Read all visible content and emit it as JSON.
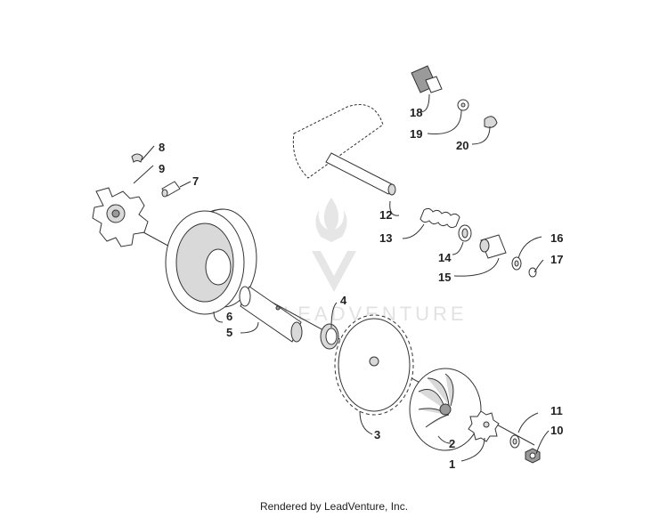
{
  "watermark": {
    "text": "LEADVENTURE"
  },
  "footer": {
    "text": "Rendered by LeadVenture, Inc."
  },
  "callouts": {
    "c1": "1",
    "c2": "2",
    "c3": "3",
    "c4": "4",
    "c5": "5",
    "c6": "6",
    "c7": "7",
    "c8": "8",
    "c9": "9",
    "c10": "10",
    "c11": "11",
    "c12": "12",
    "c13": "13",
    "c14": "14",
    "c15": "15",
    "c16": "16",
    "c17": "17",
    "c18": "18",
    "c19": "19",
    "c20": "20"
  }
}
